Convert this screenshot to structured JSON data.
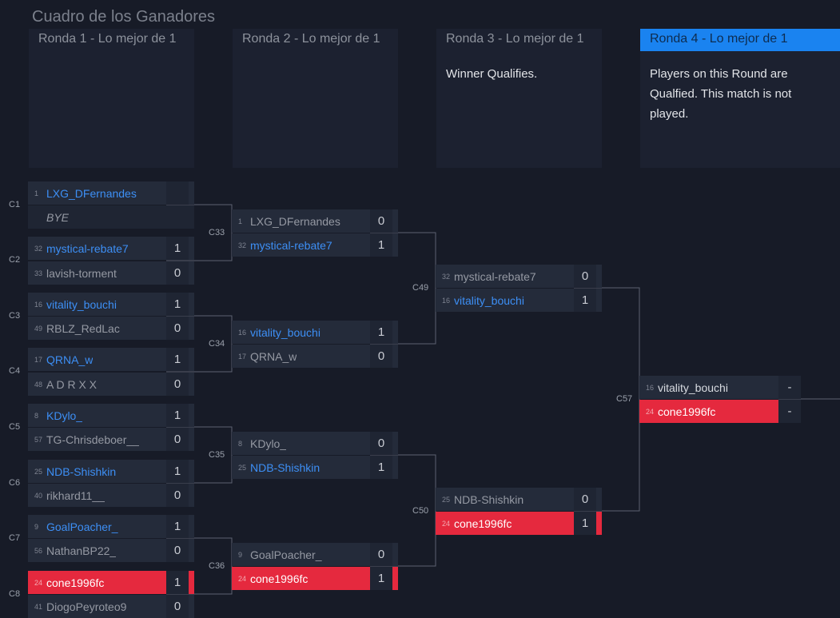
{
  "title": "Cuadro de los Ganadores",
  "rounds": [
    {
      "label": "Ronda 1 - Lo mejor de 1",
      "desc": ""
    },
    {
      "label": "Ronda 2 - Lo mejor de 1",
      "desc": ""
    },
    {
      "label": "Ronda 3 - Lo mejor de 1",
      "desc": "Winner Qualifies."
    },
    {
      "label": "Ronda 4 - Lo mejor de 1",
      "desc": "Players on this Round are Qualfied. This match is not played."
    }
  ],
  "matches": [
    {
      "id": "C1",
      "p1": {
        "seed": "1",
        "name": "LXG_DFernandes",
        "score": ""
      },
      "p2": {
        "seed": "",
        "name": "BYE",
        "score": ""
      }
    },
    {
      "id": "C2",
      "p1": {
        "seed": "32",
        "name": "mystical-rebate7",
        "score": "1"
      },
      "p2": {
        "seed": "33",
        "name": "lavish-torment",
        "score": "0"
      }
    },
    {
      "id": "C3",
      "p1": {
        "seed": "16",
        "name": "vitality_bouchi",
        "score": "1"
      },
      "p2": {
        "seed": "49",
        "name": "RBLZ_RedLac",
        "score": "0"
      }
    },
    {
      "id": "C4",
      "p1": {
        "seed": "17",
        "name": "QRNA_w",
        "score": "1"
      },
      "p2": {
        "seed": "48",
        "name": "A D R X X",
        "score": "0"
      }
    },
    {
      "id": "C5",
      "p1": {
        "seed": "8",
        "name": "KDylo_",
        "score": "1"
      },
      "p2": {
        "seed": "57",
        "name": "TG-Chrisdeboer__",
        "score": "0"
      }
    },
    {
      "id": "C6",
      "p1": {
        "seed": "25",
        "name": "NDB-Shishkin",
        "score": "1"
      },
      "p2": {
        "seed": "40",
        "name": "rikhard11__",
        "score": "0"
      }
    },
    {
      "id": "C7",
      "p1": {
        "seed": "9",
        "name": "GoalPoacher_",
        "score": "1"
      },
      "p2": {
        "seed": "56",
        "name": "NathanBP22_",
        "score": "0"
      }
    },
    {
      "id": "C8",
      "p1": {
        "seed": "24",
        "name": "cone1996fc",
        "score": "1"
      },
      "p2": {
        "seed": "41",
        "name": "DiogoPeyroteo9",
        "score": "0"
      }
    },
    {
      "id": "C33",
      "p1": {
        "seed": "1",
        "name": "LXG_DFernandes",
        "score": "0"
      },
      "p2": {
        "seed": "32",
        "name": "mystical-rebate7",
        "score": "1"
      }
    },
    {
      "id": "C34",
      "p1": {
        "seed": "16",
        "name": "vitality_bouchi",
        "score": "1"
      },
      "p2": {
        "seed": "17",
        "name": "QRNA_w",
        "score": "0"
      }
    },
    {
      "id": "C35",
      "p1": {
        "seed": "8",
        "name": "KDylo_",
        "score": "0"
      },
      "p2": {
        "seed": "25",
        "name": "NDB-Shishkin",
        "score": "1"
      }
    },
    {
      "id": "C36",
      "p1": {
        "seed": "9",
        "name": "GoalPoacher_",
        "score": "0"
      },
      "p2": {
        "seed": "24",
        "name": "cone1996fc",
        "score": "1"
      }
    },
    {
      "id": "C49",
      "p1": {
        "seed": "32",
        "name": "mystical-rebate7",
        "score": "0"
      },
      "p2": {
        "seed": "16",
        "name": "vitality_bouchi",
        "score": "1"
      }
    },
    {
      "id": "C50",
      "p1": {
        "seed": "25",
        "name": "NDB-Shishkin",
        "score": "0"
      },
      "p2": {
        "seed": "24",
        "name": "cone1996fc",
        "score": "1"
      }
    },
    {
      "id": "C57",
      "p1": {
        "seed": "16",
        "name": "vitality_bouchi",
        "score": "-"
      },
      "p2": {
        "seed": "24",
        "name": "cone1996fc",
        "score": "-"
      }
    }
  ],
  "colors": {
    "background": "#171b27",
    "winner_text": "#3d8ff5",
    "highlight_red": "#e5293e",
    "active_round": "#1a83f0"
  }
}
